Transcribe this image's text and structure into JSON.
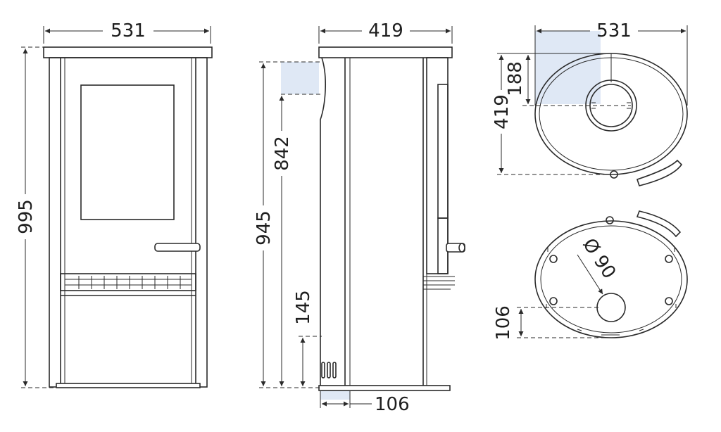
{
  "front_view": {
    "width_label": "531",
    "height_label": "995"
  },
  "side_view": {
    "depth_label": "419",
    "total_height_label": "945",
    "flue_height_label": "842",
    "air_inlet_height_label": "145",
    "air_inlet_offset_label": "106"
  },
  "top_view": {
    "width_label": "531",
    "depth_label": "419",
    "flue_offset_label": "188"
  },
  "bottom_view": {
    "diameter_label": "Ø 90",
    "offset_label": "106"
  },
  "colors": {
    "line": "#2a2a2a",
    "highlight": "#dfe8f5",
    "background": "#ffffff"
  }
}
